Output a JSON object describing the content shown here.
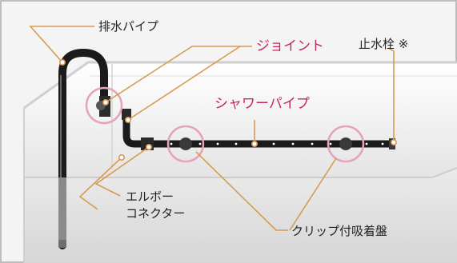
{
  "labels": {
    "drain_pipe": "排水パイプ",
    "joint": "ジョイント",
    "stopper": "止水栓 ※",
    "shower_pipe": "シャワーパイプ",
    "elbow_connector": [
      "エルボー",
      "コネクター"
    ],
    "suction_cup": "クリップ付吸着盤"
  },
  "colors": {
    "highlight": "#c8265e",
    "leader_line": "#d89a52",
    "pipe": "#1b1b1b",
    "frame": "#bdbdbd",
    "glass": "#e3e3e3"
  }
}
